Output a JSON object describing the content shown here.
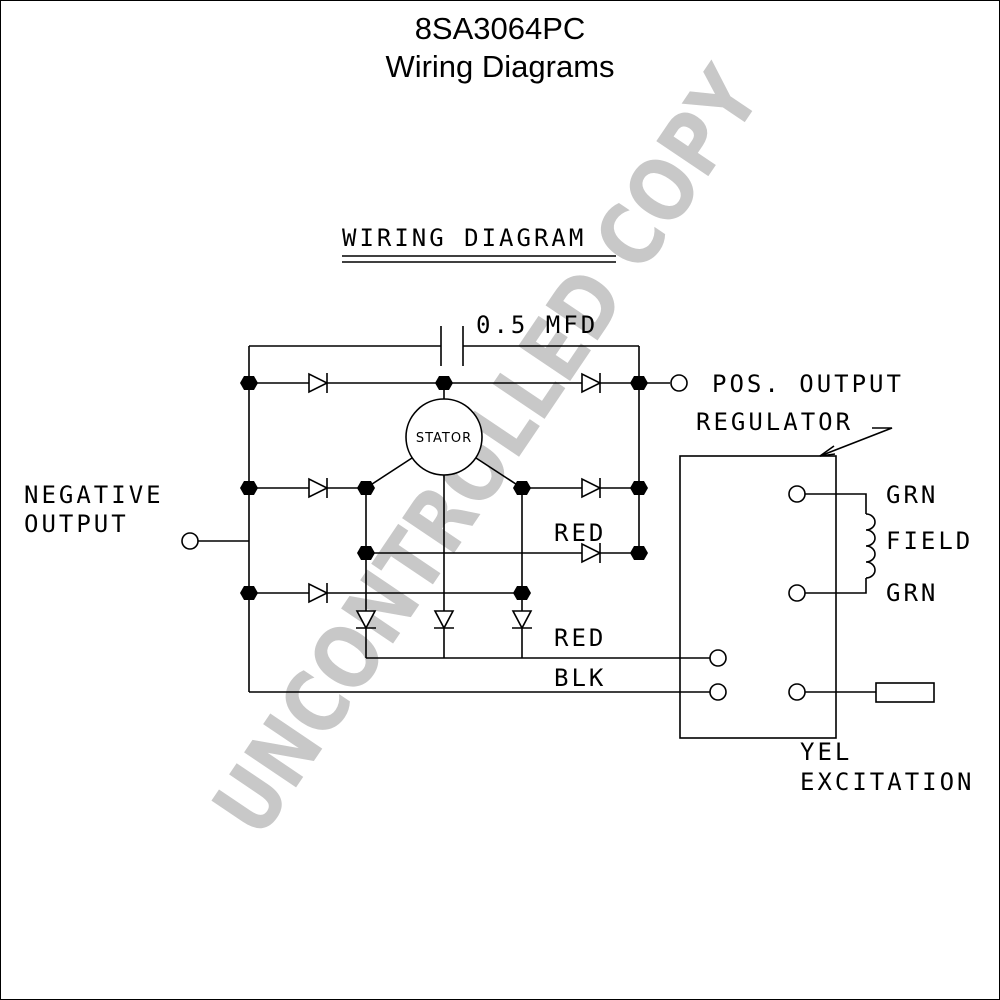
{
  "header": {
    "part_number": "8SA3064PC",
    "title": "Wiring Diagrams"
  },
  "watermark": {
    "text": "UNCONTROLLED COPY"
  },
  "diagram": {
    "heading": "WIRING DIAGRAM",
    "capacitor_label": "0.5 MFD",
    "stator_label": "STATOR",
    "pos_output_label": "POS. OUTPUT",
    "negative_output_line1": "NEGATIVE",
    "negative_output_line2": "OUTPUT",
    "regulator_label": "REGULATOR",
    "wire_red_1": "RED",
    "wire_red_2": "RED",
    "wire_blk": "BLK",
    "field_grn_top": "GRN",
    "field_label": "FIELD",
    "field_grn_bottom": "GRN",
    "excitation_line1": "YEL",
    "excitation_line2": "EXCITATION"
  }
}
